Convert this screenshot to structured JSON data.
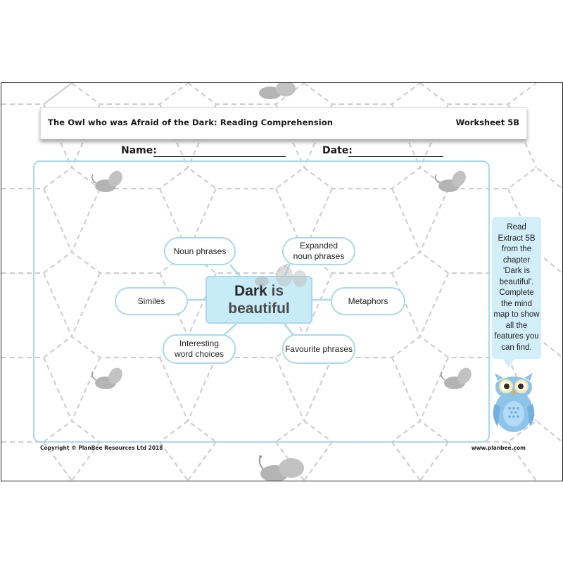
{
  "header": {
    "title": "The Owl who was Afraid of the Dark: Reading Comprehension",
    "worksheet": "Worksheet 5B"
  },
  "fields": {
    "name_label": "Name:",
    "date_label": "Date:"
  },
  "mind_map": {
    "center_line1_bold": "Dark",
    "center_line1_rest": "is",
    "center_line2": "beautiful",
    "nodes": [
      {
        "line1": "Noun phrases",
        "line2": ""
      },
      {
        "line1": "Expanded",
        "line2": "noun phrases"
      },
      {
        "line1": "Similes",
        "line2": ""
      },
      {
        "line1": "Metaphors",
        "line2": ""
      },
      {
        "line1": "Interesting",
        "line2": "word choices"
      },
      {
        "line1": "Favourite phrases",
        "line2": ""
      }
    ]
  },
  "instructions": "Read Extract 5B from the chapter 'Dark is beautiful'. Complete the mind map to show all the features you can find.",
  "footer": {
    "copyright": "Copyright © PlanBee Resources Ltd 2018",
    "website": "www.planbee.com"
  },
  "colors": {
    "accent_border": "#a9d9ee",
    "center_fill": "#c8ecf7",
    "instruction_fill": "#d2eef8",
    "owl_blue": "#8ec3ea",
    "bee_gray": "#b4b4b4"
  }
}
